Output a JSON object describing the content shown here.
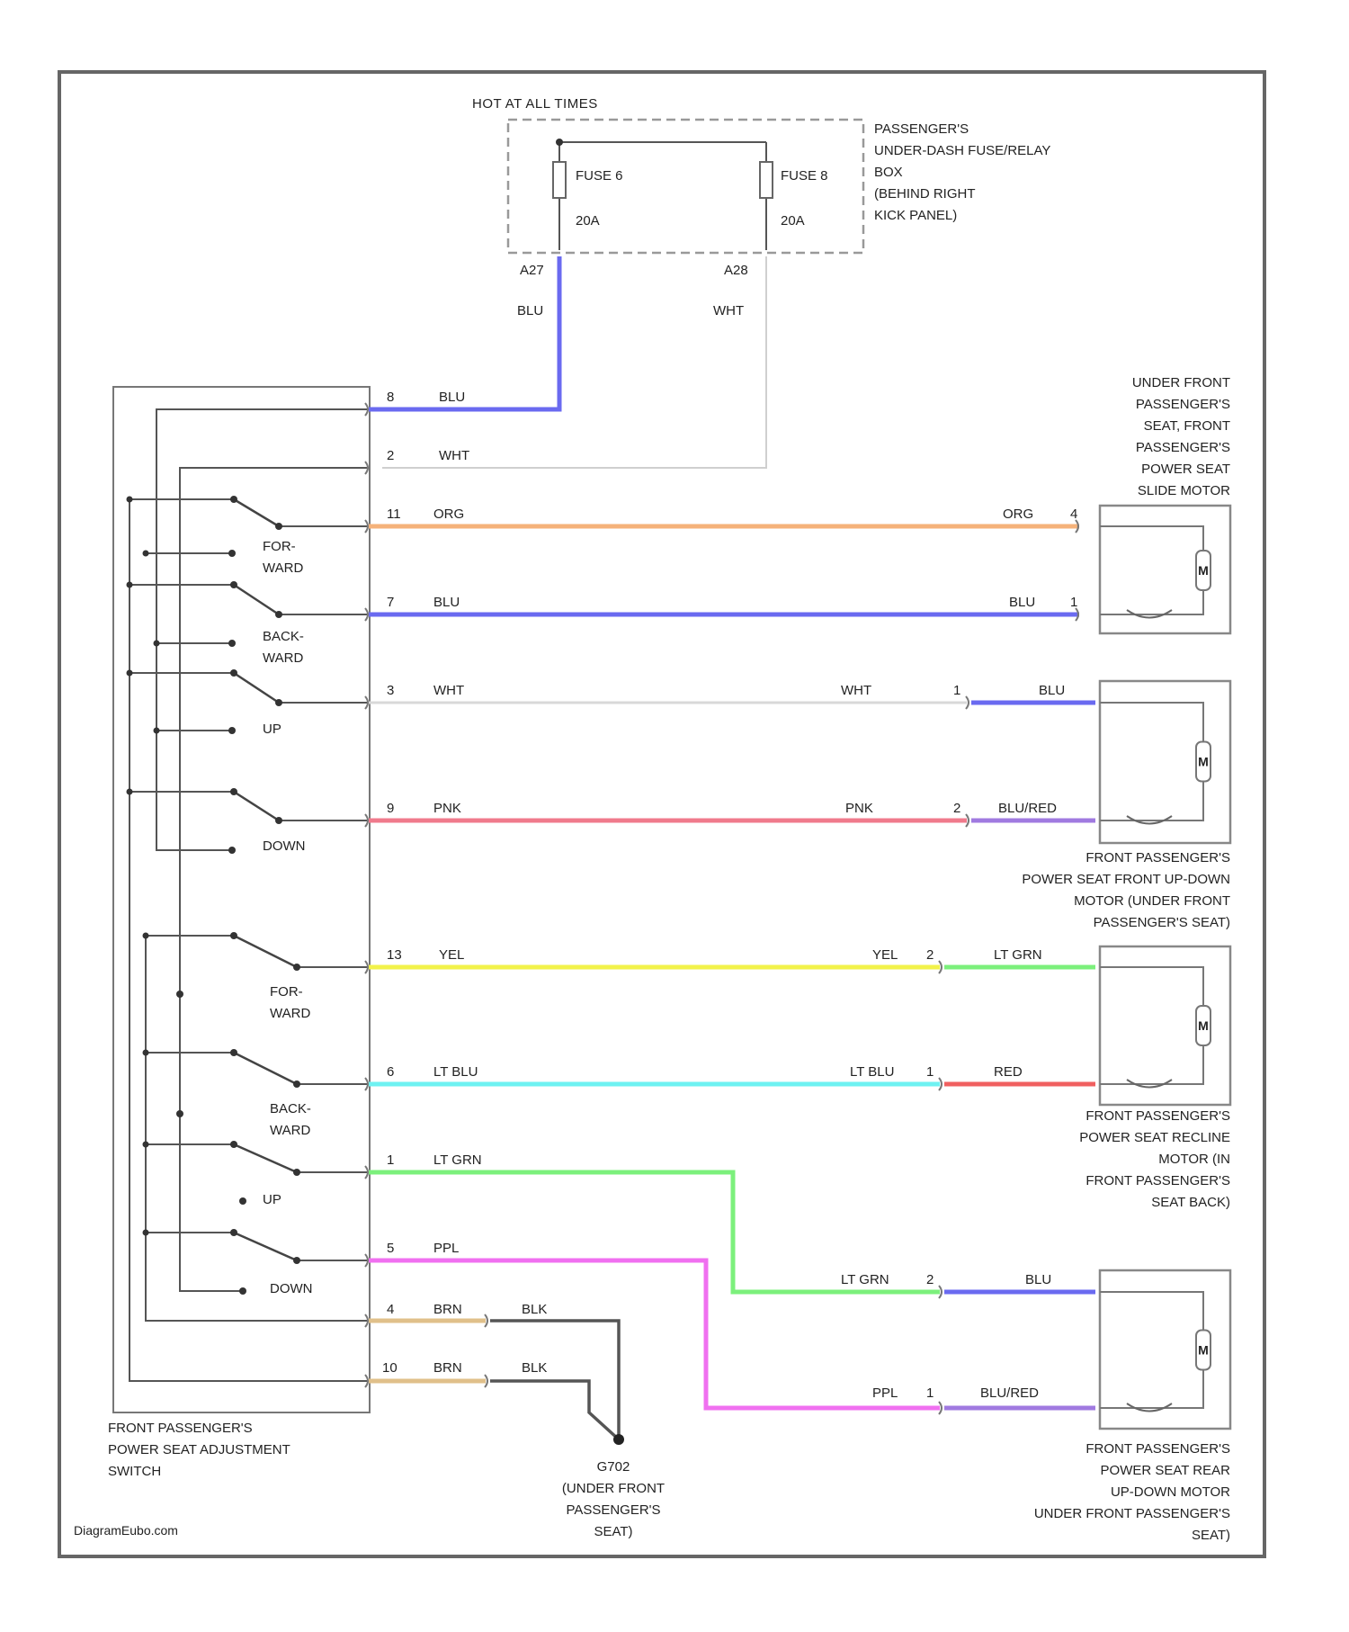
{
  "title_hot": "HOT AT ALL TIMES",
  "fusebox": {
    "label": [
      "PASSENGER'S",
      "UNDER-DASH FUSE/RELAY",
      "BOX",
      "(BEHIND RIGHT",
      "KICK PANEL)"
    ],
    "fuse_left": "FUSE 6",
    "fuse_left_amp": "20A",
    "fuse_right": "FUSE 8",
    "fuse_right_amp": "20A",
    "pin_left": "A27",
    "pin_right": "A28"
  },
  "wires": {
    "blu_top": "BLU",
    "wht_top": "WHT"
  },
  "switch": {
    "label": [
      "FRONT PASSENGER'S",
      "POWER SEAT ADJUSTMENT",
      "SWITCH"
    ],
    "group1": [
      "FOR-",
      "WARD",
      "BACK-",
      "WARD",
      "UP",
      "DOWN"
    ],
    "group2": [
      "FOR-",
      "WARD",
      "BACK-",
      "WARD",
      "UP",
      "DOWN"
    ]
  },
  "circuits": [
    {
      "pin": "8",
      "color": "BLU"
    },
    {
      "pin": "2",
      "color": "WHT"
    },
    {
      "pin": "11",
      "color": "ORG",
      "far_color": "ORG",
      "far_pin": "4"
    },
    {
      "pin": "7",
      "color": "BLU",
      "far_color": "BLU",
      "far_pin": "1"
    },
    {
      "pin": "3",
      "color": "WHT",
      "far_color": "WHT",
      "far_pin": "1",
      "motor_color": "BLU"
    },
    {
      "pin": "9",
      "color": "PNK",
      "far_color": "PNK",
      "far_pin": "2",
      "motor_color": "BLU/RED"
    },
    {
      "pin": "13",
      "color": "YEL",
      "far_color": "YEL",
      "far_pin": "2",
      "motor_color": "LT GRN"
    },
    {
      "pin": "6",
      "color": "LT BLU",
      "far_color": "LT BLU",
      "far_pin": "1",
      "motor_color": "RED"
    },
    {
      "pin": "1",
      "color": "LT GRN",
      "far_color": "LT GRN",
      "far_pin": "2",
      "motor_color": "BLU"
    },
    {
      "pin": "5",
      "color": "PPL",
      "far_color": "PPL",
      "far_pin": "1",
      "motor_color": "BLU/RED"
    },
    {
      "pin": "4",
      "color": "BRN",
      "far_color": "BLK"
    },
    {
      "pin": "10",
      "color": "BRN",
      "far_color": "BLK"
    }
  ],
  "motors": {
    "slide": [
      "UNDER FRONT",
      "PASSENGER'S",
      "SEAT, FRONT",
      "PASSENGER'S",
      "POWER SEAT",
      "SLIDE MOTOR"
    ],
    "front_updown": [
      "FRONT PASSENGER'S",
      "POWER SEAT FRONT UP-DOWN",
      "MOTOR (UNDER FRONT",
      "PASSENGER'S SEAT)"
    ],
    "recline": [
      "FRONT PASSENGER'S",
      "POWER SEAT RECLINE",
      "MOTOR (IN",
      "FRONT PASSENGER'S",
      "SEAT BACK)"
    ],
    "rear_updown": [
      "FRONT PASSENGER'S",
      "POWER SEAT REAR",
      "UP-DOWN MOTOR",
      "UNDER FRONT PASSENGER'S",
      "SEAT)"
    ],
    "symbol": "M"
  },
  "ground": {
    "id": "G702",
    "label": [
      "(UNDER FRONT",
      "PASSENGER'S",
      "SEAT)"
    ]
  },
  "watermark": "DiagramEubo.com",
  "colors": {
    "blu": "#6a6af0",
    "wht": "#d8d8d8",
    "org": "#f5b27a",
    "pnk": "#f07a8c",
    "yel": "#f2f24a",
    "ltgrn": "#7cf07c",
    "ltblu": "#6ef2f2",
    "red": "#f06060",
    "ppl": "#f070f0",
    "bluRed": "#a07ae0",
    "brn": "#e0c08a",
    "blk": "#555555"
  }
}
